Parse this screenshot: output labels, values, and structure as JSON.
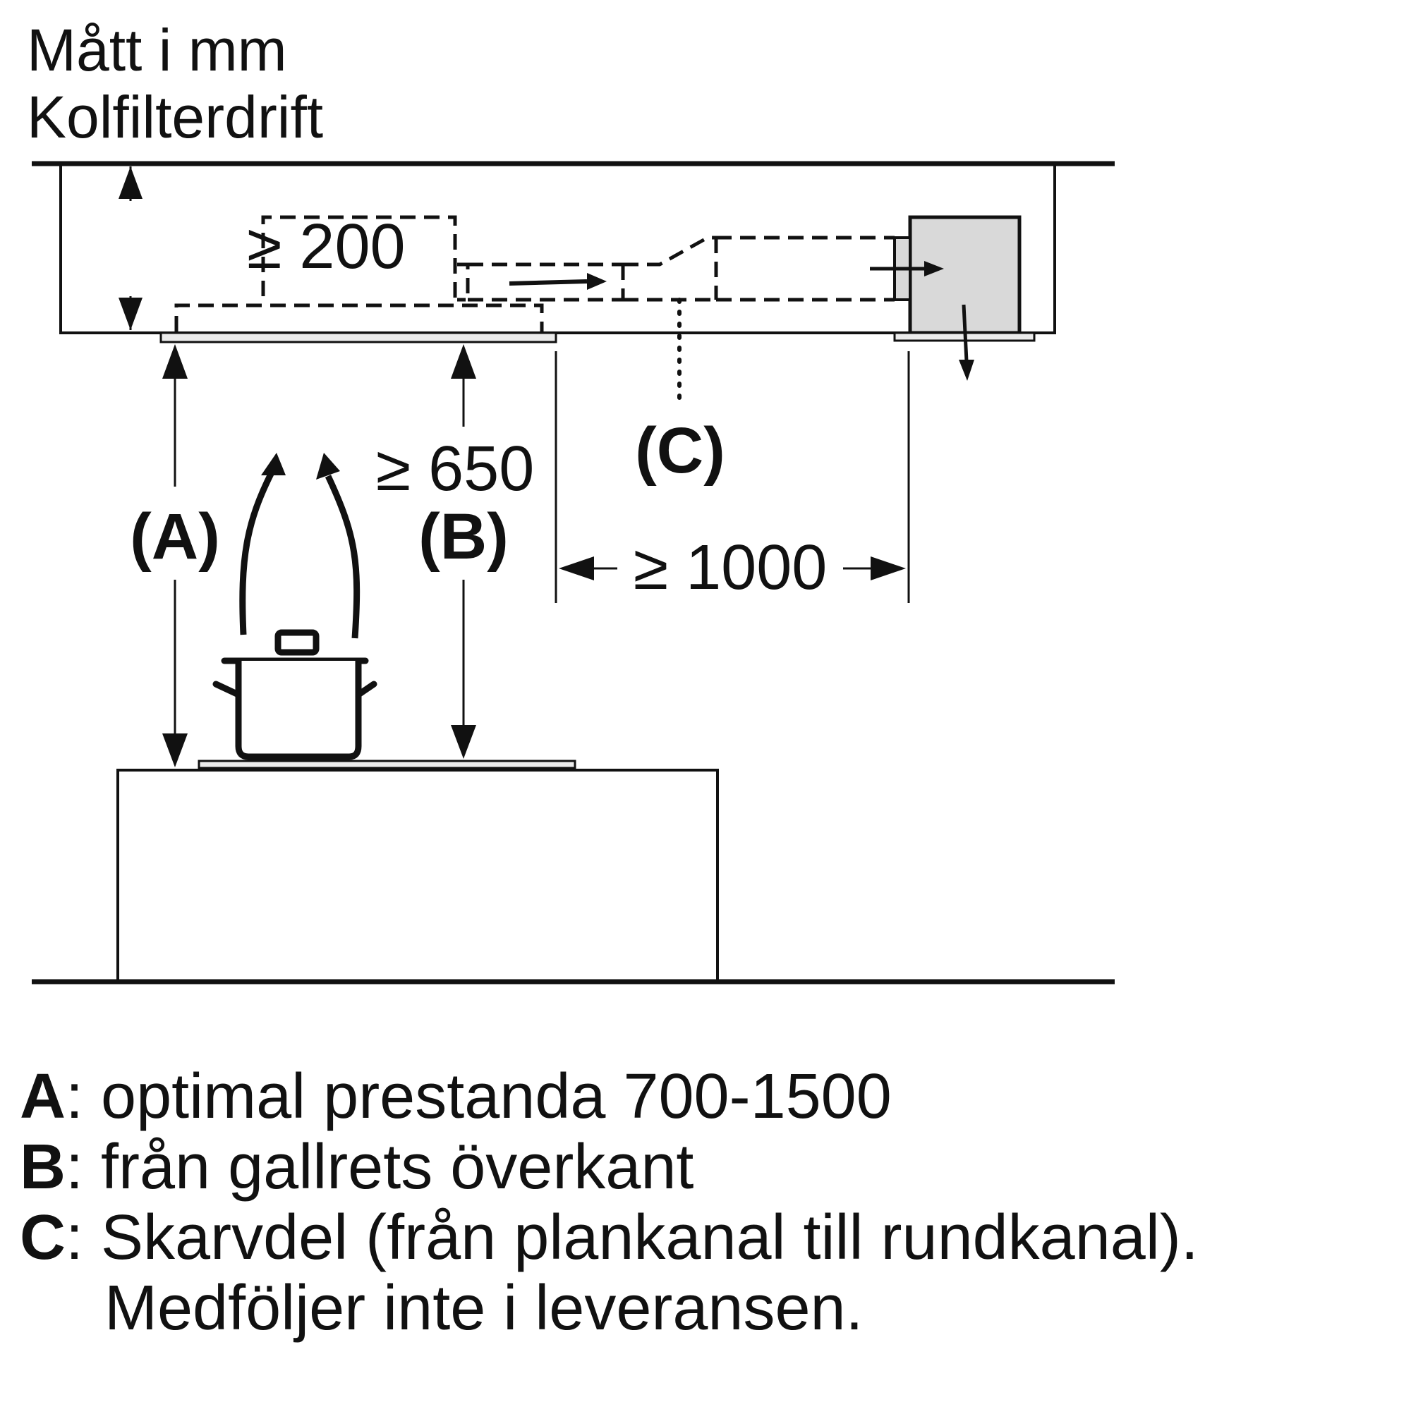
{
  "header": {
    "units": "Mått i mm",
    "mode": "Kolfilterdrift"
  },
  "dimensions": {
    "ceiling_gap": "≥ 200",
    "grille_to_hob": "≥ 650",
    "horizontal_distance": "≥ 1000"
  },
  "labels": {
    "a": "(A)",
    "b": "(B)",
    "c": "(C)"
  },
  "legend": [
    {
      "key": "A",
      "text": ": optimal prestanda 700-1500"
    },
    {
      "key": "B",
      "text": ": från gallrets överkant"
    },
    {
      "key": "C",
      "text": ": Skarvdel (från plankanal till rundkanal)."
    },
    {
      "key": "",
      "text": "Medföljer inte i leveransen."
    }
  ]
}
